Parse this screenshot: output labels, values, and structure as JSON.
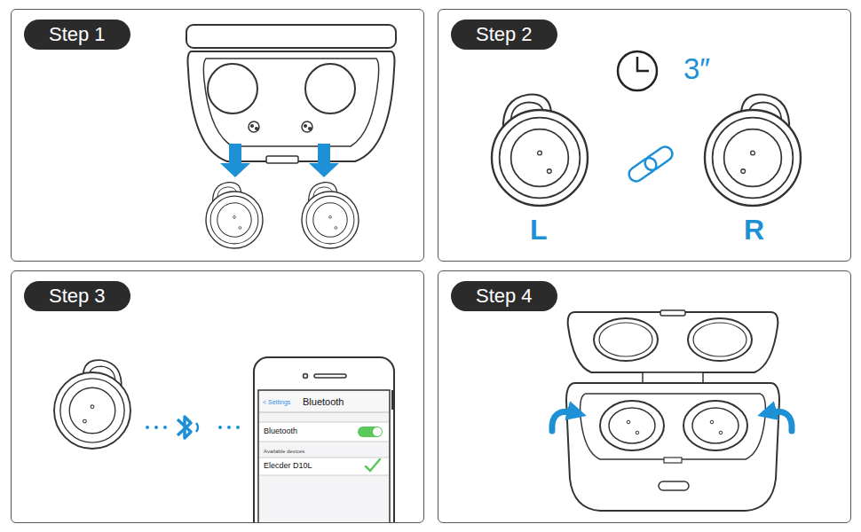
{
  "diagram": {
    "nodes": [
      {
        "text": [
          "Step 1"
        ]
      },
      {
        "text": [
          "Step 2"
        ]
      },
      {
        "text": [
          "Step 3"
        ]
      },
      {
        "text": [
          "Step 4"
        ]
      }
    ],
    "labels": [
      "3″",
      "L",
      "R",
      "< Settings",
      "Bluetooth",
      "Bluetooth",
      "Available devices",
      "Elecder D10L"
    ]
  }
}
